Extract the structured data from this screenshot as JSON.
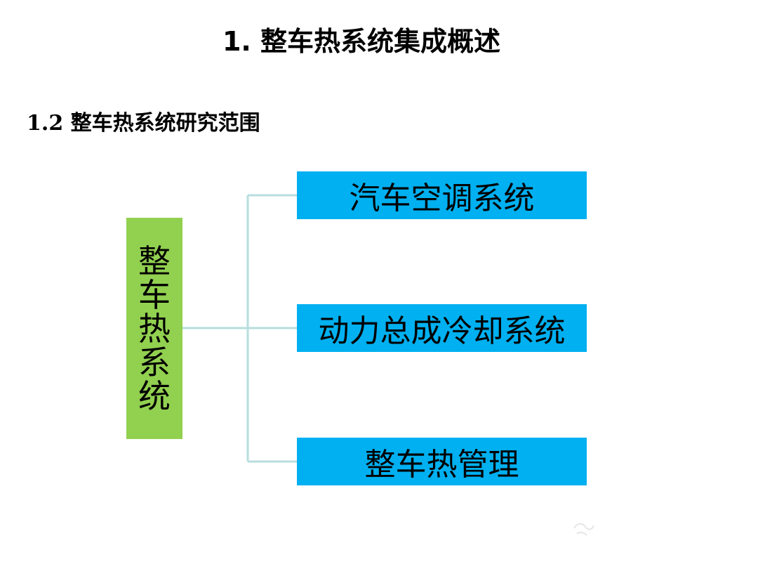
{
  "slide": {
    "title": "1. 整车热系统集成概述",
    "section_heading": "1.2 整车热系统研究范围"
  },
  "diagram": {
    "root": {
      "label": "整车热系统",
      "chars": [
        "整",
        "车",
        "热",
        "系",
        "统"
      ]
    },
    "branches": [
      {
        "label": "汽车空调系统"
      },
      {
        "label": "动力总成冷却系统"
      },
      {
        "label": "整车热管理"
      }
    ]
  },
  "colors": {
    "root_fill": "#92d050",
    "branch_fill": "#00b0f0",
    "connector": "#b7dede"
  }
}
